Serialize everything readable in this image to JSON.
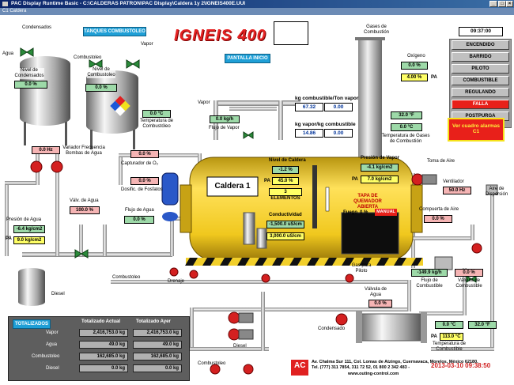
{
  "window": {
    "title": "PAC Display Runtime Basic - C:\\CALDERAS PATRON\\PAC Display\\Caldera 1y 2\\IGNEIS400E.UUI",
    "subtitle": "C1 Caldera"
  },
  "header": {
    "tanques_btn": "TANQUES COMBUSTOLEO",
    "logo": "IGNEIS 400",
    "pantalla_btn": "PANTALLA INICIO",
    "clock": "09:37:00"
  },
  "nav": [
    "ENCENDIDO",
    "BARRIDO",
    "PILOTO",
    "COMBUSTIBLE",
    "REGULANDO",
    "FALLA",
    "POSTPURGA"
  ],
  "alarm_btn": "Ver cuadro alarmas C1",
  "labels": {
    "condensados": "Condensados",
    "agua": "Agua",
    "combustoleo": "Combustoleo",
    "vapor": "Vapor",
    "nivel_condensados": "Nivel de Condensados",
    "nivel_combustoleo": "Nivel de Combustoleo",
    "temp_combustoleo": "Temperatura de Combustóleo",
    "variador": "Variador Frecuencia Bombas de Agua",
    "capturador": "Capturador de O₂",
    "dosific": "Dosific. de Fosfatos",
    "flujo_agua": "Flujo de Agua",
    "valv_agua": "Válv. de Agua",
    "presion_agua": "Presión de Agua",
    "diesel": "Diesel",
    "drenaje": "Drenaje",
    "caldera": "Caldera 1",
    "nivel_caldera": "Nivel de Caldera",
    "tres_elem": "3 ELEMENTOS",
    "conductividad": "Conductividad",
    "presion_vapor": "Presión de Vapor",
    "tapa": "TAPA DE QUEMADOR ABIERTA",
    "fuego": "Fuego",
    "fuego_val": "0 %",
    "manual": "MANUAL",
    "flujo_vapor": "Flujo de Vapor",
    "kg_comb_ton": "kg combustible/Ton vapor",
    "kg_vap_kg": "kg vapor/kg combustible",
    "gases": "Gases de Combustión",
    "oxigeno": "Oxígeno",
    "temp_gases": "Temperatura de Gases de Combustión",
    "toma_aire": "Toma de Aire",
    "ventilador": "Ventilador",
    "aire_dispersion": "Aire de Dispersión",
    "compuerta": "Compuerta de Aire",
    "gas_piloto": "Gas para Piloto",
    "flujo_combustible": "Flujo de Combustible",
    "valv_combustible": "Válvula de Combustible",
    "valv_agua2": "Válvula de Agua",
    "condensado": "Condensado",
    "temp_combustible": "Temperatura de Combustible",
    "address": "Av. Chalma Sur 111, Col. Lomas de Atzingo, Cuernavaca, Morelos, México 62180.",
    "tel": "Tel. (777) 311 7854, 311 72 52, 01 800 2 342 483 -",
    "web": "www.outing-control.com",
    "timestamp": "2013-03-10 09:38:50",
    "pa": "PA"
  },
  "values": {
    "nivel_condensados": "0.0 %",
    "nivel_combustoleo": "0.0 %",
    "temp_combustoleo": "0.0 °C",
    "variador": "0.0 Hz",
    "capturador": "0.0 %",
    "dosific": "0.0 %",
    "flujo_agua": "0.0 %",
    "valv_agua": "100.0 %",
    "presion_agua_1": "-6.4 kg/cm2",
    "presion_agua_2": "9.0 kg/cm2",
    "flujo_vapor": "0.0 kg/h",
    "nivel_caldera_1": "-1.2 %",
    "nivel_caldera_2": "45.0 %",
    "cond_1": "-1,500.0 uS/cm",
    "cond_2": "3,000.0 uS/cm",
    "presion_vapor_1": "-4.1 kg/cm2",
    "presion_vapor_2": "7.0 kg/cm2",
    "kg_comb_ton_1": "67.32",
    "kg_comb_ton_2": "0.00",
    "kg_vap_kg_1": "14.86",
    "kg_vap_kg_2": "0.00",
    "oxigeno_1": "0.0 %",
    "oxigeno_2": "4.00 %",
    "temp_gases_1": "32.0 °F",
    "temp_gases_2": "0.0 °C",
    "ventilador": "50.0 Hz",
    "compuerta": "0.0 %",
    "flujo_combustible": "-149.9 kg/h",
    "valv_combustible": "0.0 %",
    "valv_agua2": "0.0 %",
    "temp_comb_1": "0.0 °C",
    "temp_comb_2": "32.0 °F",
    "temp_comb_3": "113.0 °C"
  },
  "totalizer": {
    "title": "TOTALIZADOS",
    "col1": "Totalizado Actual",
    "col2": "Totalizado Ayer",
    "rows": [
      {
        "name": "Vapor",
        "actual": "2,416,753.0 kg",
        "ayer": "2,416,753.0 kg"
      },
      {
        "name": "Agua",
        "actual": "49.0 kg",
        "ayer": "49.0 kg"
      },
      {
        "name": "Combustoleo",
        "actual": "162,685.0 kg",
        "ayer": "162,685.0 kg"
      },
      {
        "name": "Diesel",
        "actual": "0.0 kg",
        "ayer": "0.0 kg"
      }
    ]
  },
  "colors": {
    "boiler": "#f2cf2a",
    "pipe": "#b8b8b8",
    "water_green": "#9dd9a8",
    "alarm_red": "#e8201a"
  }
}
